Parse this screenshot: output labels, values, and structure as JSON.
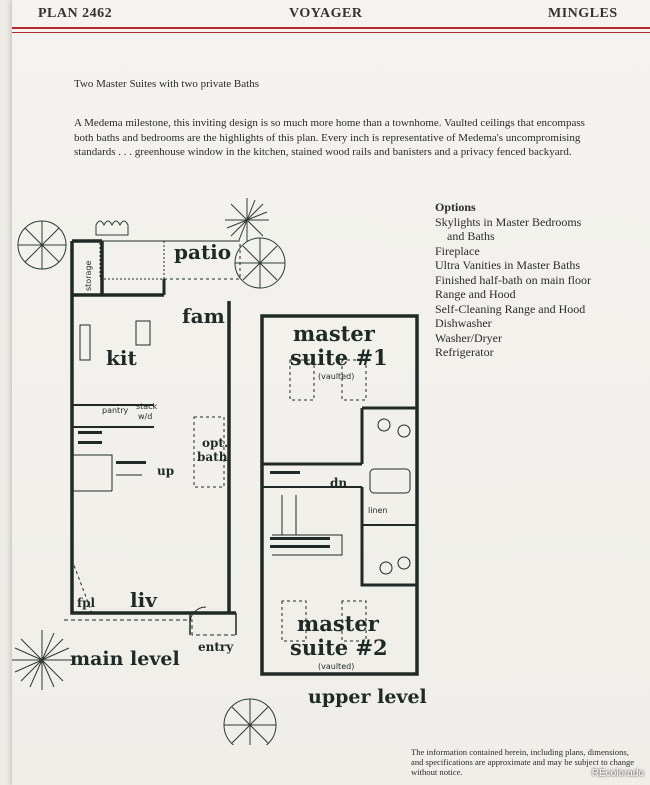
{
  "header": {
    "plan": "PLAN 2462",
    "model": "VOYAGER",
    "series": "MINGLES"
  },
  "subtitle": "Two Master Suites with two private Baths",
  "description": "A Medema milestone, this inviting design is so much more home than a townhome. Vaulted ceilings that encompass both baths and bedrooms are the highlights of this plan. Every inch is representative of Medema's uncompromising standards . . . greenhouse window in the kitchen, stained wood rails and banisters and a privacy fenced backyard.",
  "options": {
    "heading": "Options",
    "items": [
      "Skylights in Master Bedrooms",
      "and Baths",
      "Fireplace",
      "Ultra Vanities in Master Baths",
      "Finished half-bath on main floor",
      "Range and Hood",
      "Self-Cleaning Range and Hood",
      "Dishwasher",
      "Washer/Dryer",
      "Refrigerator"
    ]
  },
  "plan_labels": {
    "patio": "patio",
    "storage": "storage",
    "fam": "fam",
    "kit": "kit",
    "pantry": "pantry",
    "stack1": "stack",
    "stack2": "w/d",
    "opt1": "opt.",
    "opt2": "bath",
    "up": "up",
    "fpl": "fpl",
    "liv": "liv",
    "entry": "entry",
    "main_level": "main level",
    "ms1a": "master",
    "ms1b": "suite #1",
    "vaulted1": "(vaulted)",
    "dn": "dn",
    "linen": "linen",
    "ms2a": "master",
    "ms2b": "suite #2",
    "vaulted2": "(vaulted)",
    "upper_level": "upper level"
  },
  "disclaimer": "The information contained herein, including plans, dimensions,\nand specifications are approximate and may be subject to change\nwithout notice.",
  "watermark": "REcolorado"
}
